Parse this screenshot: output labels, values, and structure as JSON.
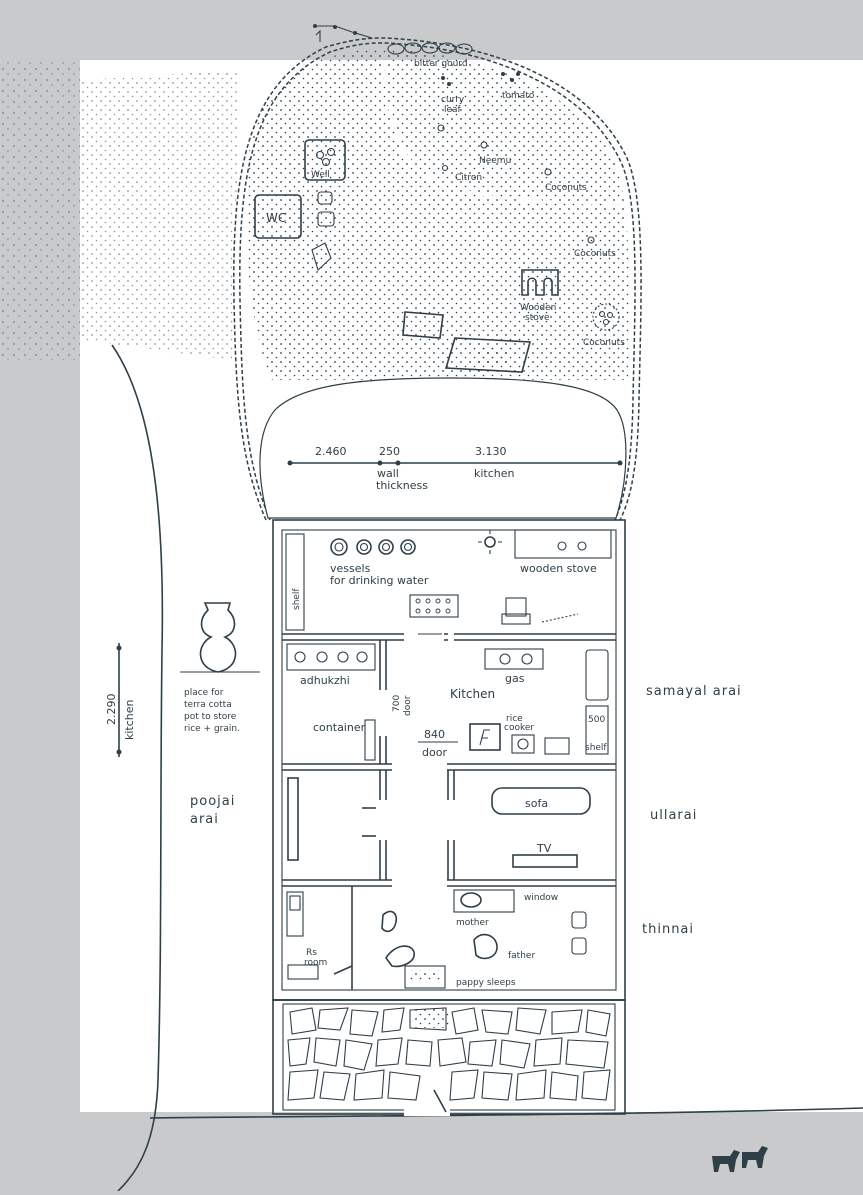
{
  "garden": {
    "bitter_gourd": "bitter gourd",
    "curry_leaf_1": "curry",
    "curry_leaf_2": "leaf",
    "tomato": "tomato",
    "neemu": "Neemu",
    "citron": "Citron",
    "coconuts_1": "Coconuts",
    "coconuts_2": "Coconuts",
    "coconuts_3": "Coconuts",
    "well": "Well",
    "wc": "WC",
    "wooden_stove_1": "Wooden",
    "wooden_stove_2": "stove"
  },
  "dimensions": {
    "d1": "2.460",
    "d2": "250",
    "d3": "3.130",
    "wall_1": "wall",
    "wall_2": "thickness",
    "kitchen": "kitchen",
    "height": "2.290",
    "height_label": "kitchen"
  },
  "kitchen_area": {
    "shelf": "shelf",
    "vessels_1": "vessels",
    "vessels_2": "for drinking water",
    "wooden_stove": "wooden stove",
    "adhukzhi": "adhukzhi",
    "door_700": "700",
    "door_700_label": "door",
    "gas": "gas",
    "kitchen_label": "Kitchen",
    "container": "container",
    "door_840": "840",
    "door_840_label": "door",
    "rice_cooker_1": "rice",
    "rice_cooker_2": "cooker",
    "shelf_500": "500",
    "shelf_500_label": "shelf"
  },
  "rooms": {
    "samayal_arai": "samayal arai",
    "ullarai": "ullarai",
    "thinnai": "thinnai",
    "poojai_1": "poojai",
    "poojai_2": "arai",
    "sofa": "sofa",
    "tv": "TV",
    "window": "window",
    "mother": "mother",
    "father": "father",
    "rs_room_1": "Rs",
    "rs_room_2": "room",
    "pappy_sleeps": "pappy sleeps"
  },
  "pot_note": {
    "line1": "place for",
    "line2": "terra cotta",
    "line3": "pot to store",
    "line4": "rice + grain."
  }
}
